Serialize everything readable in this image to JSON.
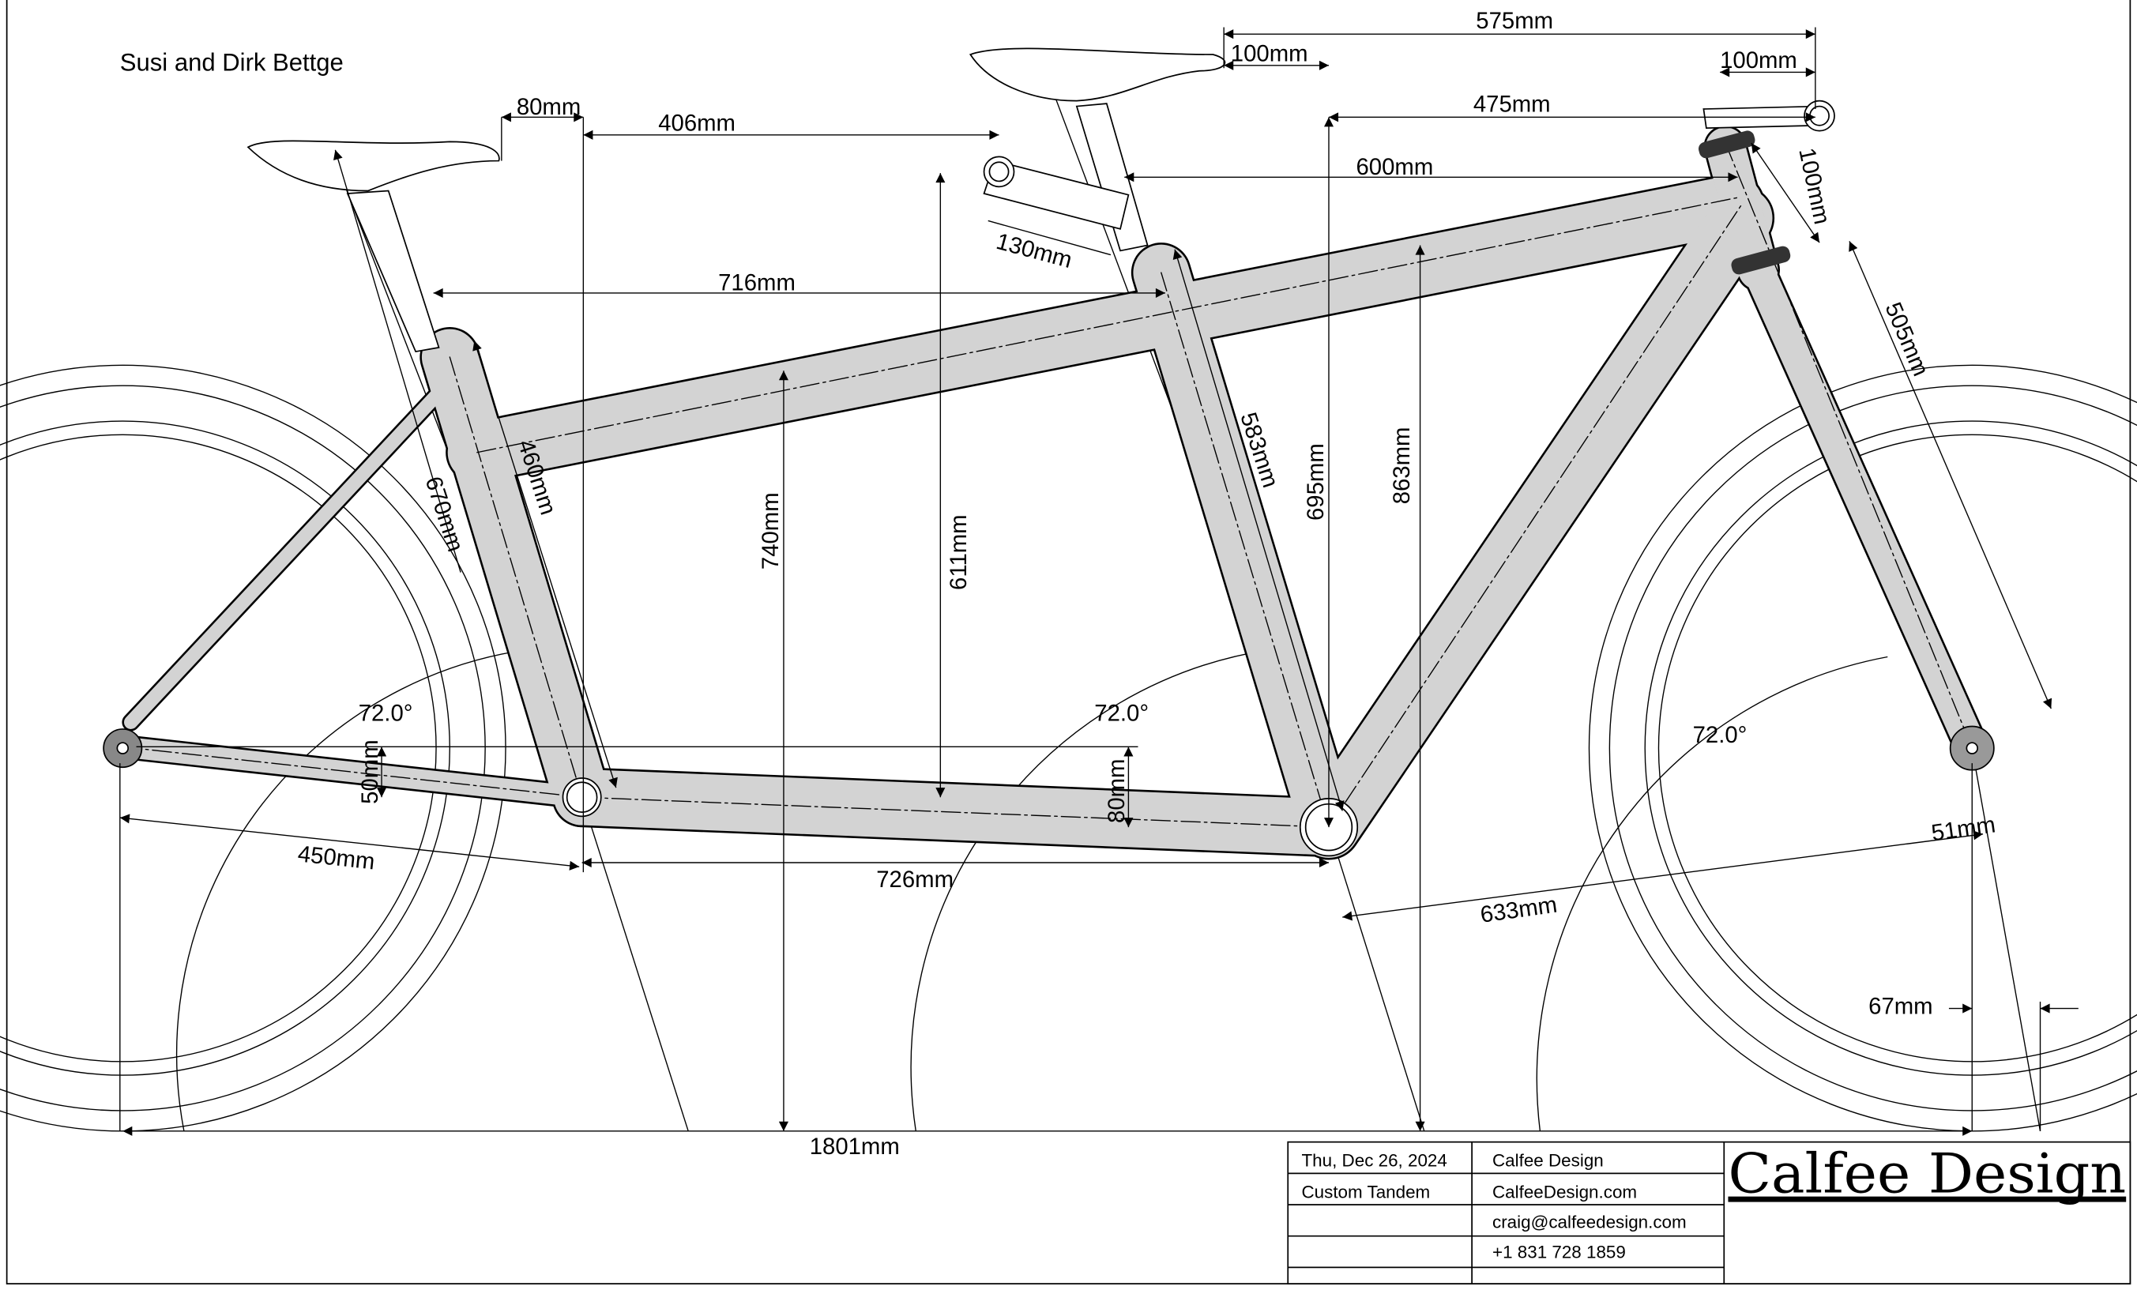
{
  "customer": "Susi and Dirk Bettge",
  "title_block": {
    "date": "Thu, Dec 26, 2024",
    "model": "Custom Tandem",
    "company": "Calfee Design",
    "website": "CalfeeDesign.com",
    "email": "craig@calfeedesign.com",
    "phone": "+1 831 728 1859",
    "logo_text": "Calfee Design"
  },
  "dimensions": {
    "d575": "575mm",
    "d100a": "100mm",
    "d100b": "100mm",
    "d475": "475mm",
    "d600": "600mm",
    "d80a": "80mm",
    "d406": "406mm",
    "d716": "716mm",
    "d130": "130mm",
    "d100c": "100mm",
    "d505": "505mm",
    "d460": "460mm",
    "d670": "670mm",
    "d740": "740mm",
    "d611": "611mm",
    "d583": "583mm",
    "d695": "695mm",
    "d863": "863mm",
    "a1": "72.0°",
    "a2": "72.0°",
    "a3": "72.0°",
    "d50": "50mm",
    "d80b": "80mm",
    "d450": "450mm",
    "d726": "726mm",
    "d633": "633mm",
    "d51": "51mm",
    "d67": "67mm",
    "d1801": "1801mm"
  },
  "colors": {
    "frame": "#d3d3d3",
    "line": "#000000"
  }
}
